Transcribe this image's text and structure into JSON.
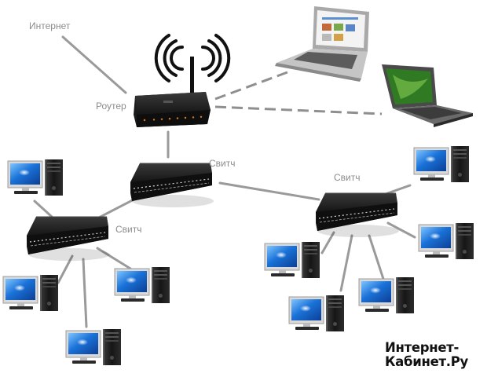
{
  "labels": {
    "internet": "Интернет",
    "router": "Роутер",
    "switch_center": "Свитч",
    "switch_left": "Свитч",
    "switch_right": "Свитч"
  },
  "brand": {
    "line1": "Интернет-",
    "line2": "Кабинет.Ру"
  },
  "colors": {
    "cable": "#9a9a9a",
    "device_body": "#1e1e1e",
    "screen": "#1a72d8",
    "tower": "#202020",
    "label": "#8c8c8c"
  }
}
